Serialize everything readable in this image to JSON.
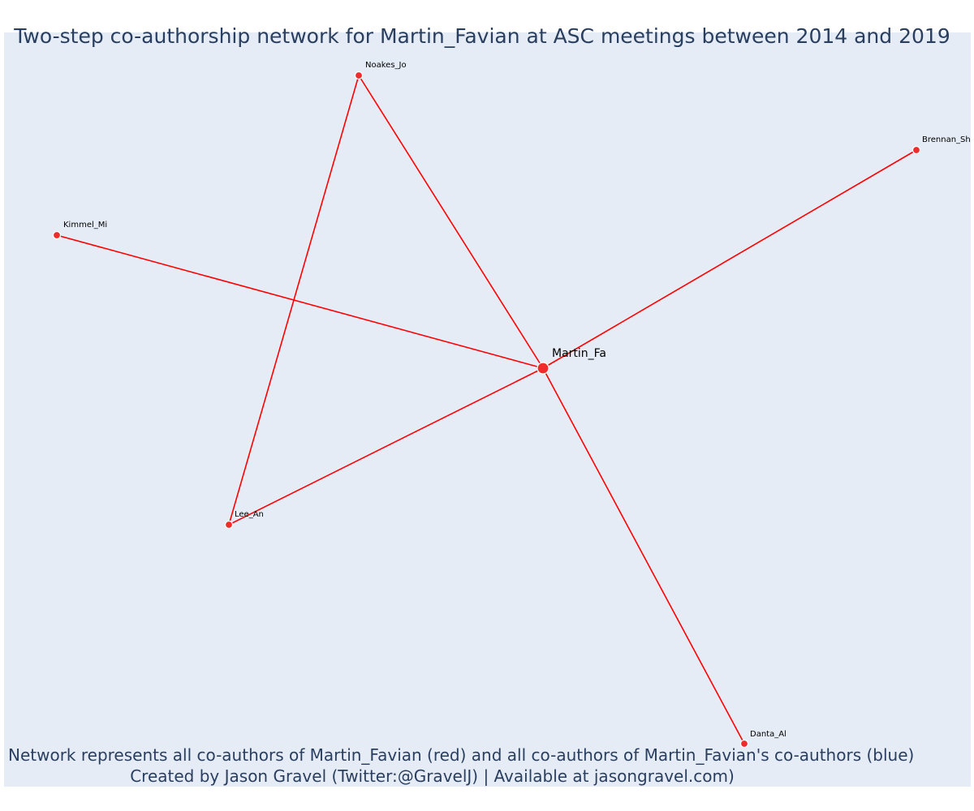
{
  "title": "Two-step co-authorship network for Martin_Favian at ASC meetings between 2014 and 2019",
  "footer": {
    "line1": "Network represents all co-authors of Martin_Favian (red) and all co-authors of Martin_Favian's co-authors (blue)",
    "line2": "Created by Jason Gravel (Twitter:@GravelJ) | Available at jasongravel.com)"
  },
  "colors": {
    "edge": "#ff0000",
    "node": "#ef2b2b",
    "background": "#e5ecf6",
    "title_text": "#2a3f5f"
  },
  "nodes": [
    {
      "id": "Martin_Fa",
      "label": "Martin_Fa",
      "role": "focal"
    },
    {
      "id": "Noakes_Jo",
      "label": "Noakes_Jo",
      "role": "co-author"
    },
    {
      "id": "Brennan_Sh",
      "label": "Brennan_Sh",
      "role": "co-author"
    },
    {
      "id": "Kimmel_Mi",
      "label": "Kimmel_Mi",
      "role": "co-author"
    },
    {
      "id": "Lee_An",
      "label": "Lee_An",
      "role": "co-author"
    },
    {
      "id": "Danta_Al",
      "label": "Danta_Al",
      "role": "co-author"
    }
  ],
  "edges": [
    {
      "source": "Martin_Fa",
      "target": "Noakes_Jo"
    },
    {
      "source": "Martin_Fa",
      "target": "Brennan_Sh"
    },
    {
      "source": "Martin_Fa",
      "target": "Kimmel_Mi"
    },
    {
      "source": "Martin_Fa",
      "target": "Lee_An"
    },
    {
      "source": "Martin_Fa",
      "target": "Danta_Al"
    },
    {
      "source": "Noakes_Jo",
      "target": "Lee_An"
    }
  ]
}
